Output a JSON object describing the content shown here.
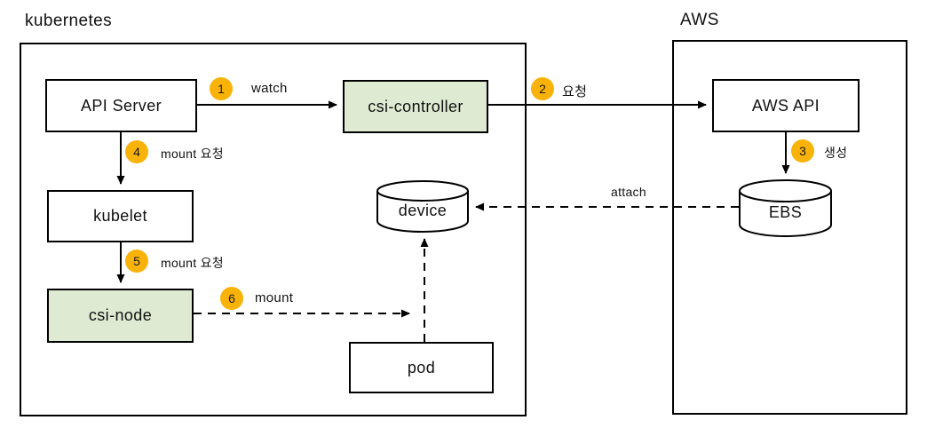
{
  "groups": {
    "kubernetes": "kubernetes",
    "aws": "AWS"
  },
  "nodes": {
    "api_server": "API Server",
    "csi_controller": "csi-controller",
    "kubelet": "kubelet",
    "csi_node": "csi-node",
    "device": "device",
    "pod": "pod",
    "aws_api": "AWS API",
    "ebs": "EBS"
  },
  "steps": [
    {
      "num": "1",
      "label": "watch"
    },
    {
      "num": "2",
      "label": "요청"
    },
    {
      "num": "3",
      "label": "생성"
    },
    {
      "num": "4",
      "label": "mount 요청"
    },
    {
      "num": "5",
      "label": "mount 요청"
    },
    {
      "num": "6",
      "label": "mount"
    }
  ],
  "labels": {
    "attach": "attach"
  },
  "colors": {
    "badge": "#F9B208",
    "highlight_fill": "#DEEBD2",
    "box_border": "#000000",
    "background": "#FFFFFF"
  }
}
